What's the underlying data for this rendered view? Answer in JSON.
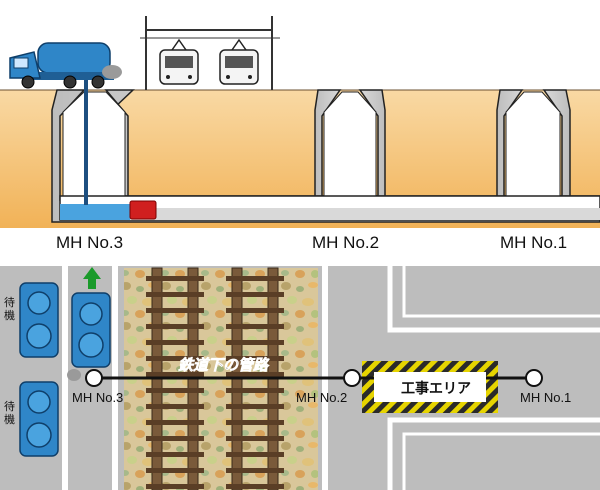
{
  "section_view": {
    "manholes": [
      {
        "label": "MH No.3"
      },
      {
        "label": "MH No.2"
      },
      {
        "label": "MH No.1"
      }
    ]
  },
  "plan_view": {
    "pipe_label": "鉄道下の管路",
    "work_area_label": "工事エリア",
    "standby_labels": [
      "待機",
      "待機"
    ],
    "manholes": [
      {
        "label": "MH No.3"
      },
      {
        "label": "MH No.2"
      },
      {
        "label": "MH No.1"
      }
    ]
  },
  "colors": {
    "soil": "#f2b45a",
    "soil_top": "#f8d49a",
    "shaft_grey": "#cfcfcf",
    "truck_blue": "#2f86c8",
    "water": "#4aa3df",
    "robot_red": "#d01f1f",
    "road_grey": "#bdbdbd",
    "arrow_green": "#1a9a2a",
    "hazard_yellow": "#e6d400"
  }
}
